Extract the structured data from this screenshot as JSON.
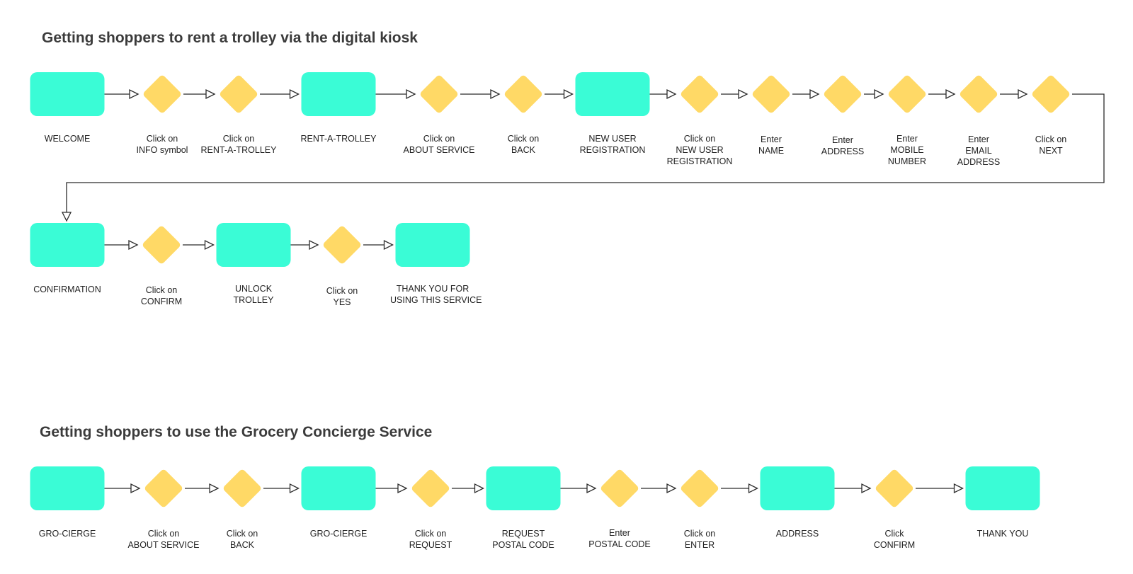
{
  "flows": [
    {
      "title": "Getting shoppers to rent a trolley via the digital kiosk",
      "nodes": [
        {
          "kind": "screen",
          "lines": [
            "WELCOME"
          ]
        },
        {
          "kind": "action",
          "lines": [
            "Click on",
            "INFO symbol"
          ]
        },
        {
          "kind": "action",
          "lines": [
            "Click on",
            "RENT-A-TROLLEY"
          ]
        },
        {
          "kind": "screen",
          "lines": [
            "RENT-A-TROLLEY"
          ]
        },
        {
          "kind": "action",
          "lines": [
            "Click on",
            "ABOUT SERVICE"
          ]
        },
        {
          "kind": "action",
          "lines": [
            "Click on",
            "BACK"
          ]
        },
        {
          "kind": "screen",
          "lines": [
            "NEW USER",
            "REGISTRATION"
          ]
        },
        {
          "kind": "action",
          "lines": [
            "Click on",
            "NEW USER",
            "REGISTRATION"
          ]
        },
        {
          "kind": "action",
          "lines": [
            "Enter",
            "NAME"
          ]
        },
        {
          "kind": "action",
          "lines": [
            "Enter",
            "ADDRESS"
          ]
        },
        {
          "kind": "action",
          "lines": [
            "Enter",
            "MOBILE",
            "NUMBER"
          ]
        },
        {
          "kind": "action",
          "lines": [
            "Enter",
            "EMAIL",
            "ADDRESS"
          ]
        },
        {
          "kind": "action",
          "lines": [
            "Click on",
            "NEXT"
          ]
        },
        {
          "kind": "screen",
          "lines": [
            "CONFIRMATION"
          ]
        },
        {
          "kind": "action",
          "lines": [
            "Click on",
            "CONFIRM"
          ]
        },
        {
          "kind": "screen",
          "lines": [
            "UNLOCK",
            "TROLLEY"
          ]
        },
        {
          "kind": "action",
          "lines": [
            "Click on",
            "YES"
          ]
        },
        {
          "kind": "screen",
          "lines": [
            "THANK YOU FOR",
            "USING THIS SERVICE"
          ]
        }
      ]
    },
    {
      "title": "Getting shoppers to use the Grocery Concierge Service",
      "nodes": [
        {
          "kind": "screen",
          "lines": [
            "GRO-CIERGE"
          ]
        },
        {
          "kind": "action",
          "lines": [
            "Click on",
            "ABOUT SERVICE"
          ]
        },
        {
          "kind": "action",
          "lines": [
            "Click on",
            "BACK"
          ]
        },
        {
          "kind": "screen",
          "lines": [
            "GRO-CIERGE"
          ]
        },
        {
          "kind": "action",
          "lines": [
            "Click on",
            "REQUEST"
          ]
        },
        {
          "kind": "screen",
          "lines": [
            "REQUEST",
            "POSTAL CODE"
          ]
        },
        {
          "kind": "action",
          "lines": [
            "Enter",
            "POSTAL CODE"
          ]
        },
        {
          "kind": "action",
          "lines": [
            "Click on",
            "ENTER"
          ]
        },
        {
          "kind": "screen",
          "lines": [
            "ADDRESS"
          ]
        },
        {
          "kind": "action",
          "lines": [
            "Click",
            "CONFIRM"
          ]
        },
        {
          "kind": "screen",
          "lines": [
            "THANK YOU"
          ]
        }
      ]
    }
  ],
  "colors": {
    "screen": "#3afcd6",
    "action": "#ffd966",
    "connector": "#2b2b2b",
    "text": "#222222",
    "title": "#3b3b3b"
  }
}
